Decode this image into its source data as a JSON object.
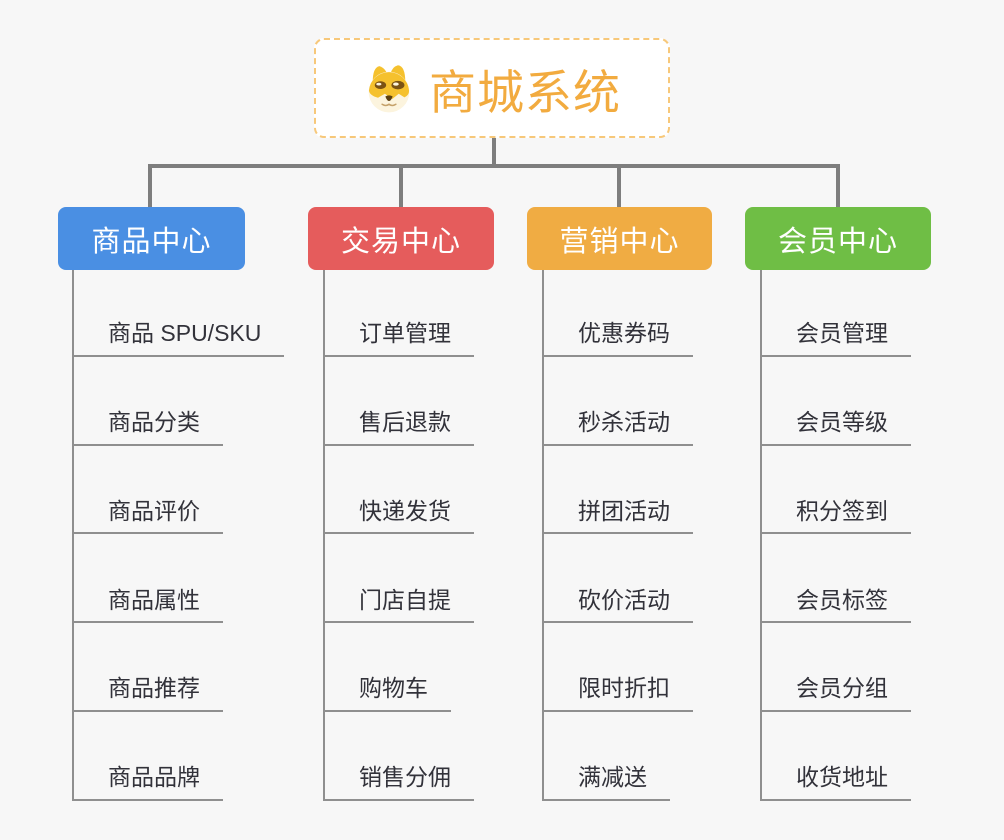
{
  "root": {
    "title": "商城系统",
    "icon": "doge-icon",
    "title_color": "#F2AB3F",
    "box_border_color": "#F7C87A",
    "box_background": "#FFFFFF"
  },
  "branches": [
    {
      "label": "商品中心",
      "color": "#4A8FE3",
      "items": [
        "商品 SPU/SKU",
        "商品分类",
        "商品评价",
        "商品属性",
        "商品推荐",
        "商品品牌"
      ]
    },
    {
      "label": "交易中心",
      "color": "#E55C5C",
      "items": [
        "订单管理",
        "售后退款",
        "快递发货",
        "门店自提",
        "购物车",
        "销售分佣"
      ]
    },
    {
      "label": "营销中心",
      "color": "#F0AC43",
      "items": [
        "优惠券码",
        "秒杀活动",
        "拼团活动",
        "砍价活动",
        "限时折扣",
        "满减送"
      ]
    },
    {
      "label": "会员中心",
      "color": "#6FBE45",
      "items": [
        "会员管理",
        "会员等级",
        "积分签到",
        "会员标签",
        "会员分组",
        "收货地址"
      ]
    }
  ],
  "colors": {
    "connector": "#7E7E7E",
    "leaf_line": "#8F8F8F",
    "leaf_text": "#32323A",
    "background": "#F7F7F7"
  }
}
